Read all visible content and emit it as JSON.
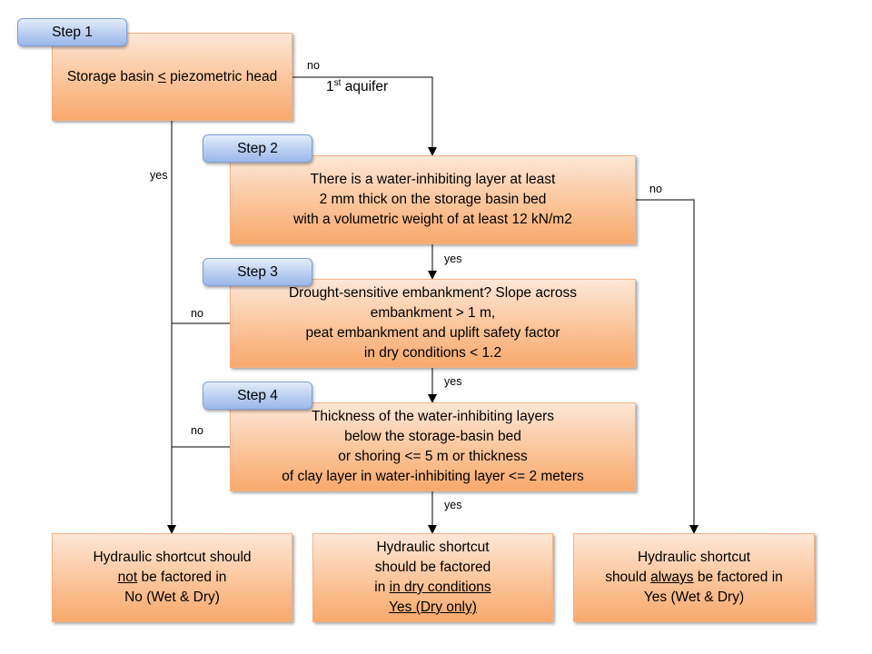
{
  "steps": {
    "step1": "Step 1",
    "step2": "Step 2",
    "step3": "Step 3",
    "step4": "Step 4"
  },
  "boxes": {
    "step1": {
      "pre": "Storage basin ",
      "sym": "<",
      "post": " piezometric head"
    },
    "step2": [
      "There is a water-inhibiting layer at least",
      "2 mm thick on the storage basin bed",
      "with a volumetric weight of at least 12 kN/m2"
    ],
    "step3": [
      "Drought-sensitive embankment? Slope across",
      "embankment > 1 m,",
      "peat embankment and uplift safety factor",
      "in dry conditions < 1.2"
    ],
    "step4": [
      "Thickness of the water-inhibiting layers",
      "below the storage-basin bed",
      "or shoring <= 5 m or thickness",
      "of clay layer in water-inhibiting layer <= 2 meters"
    ]
  },
  "outcomes": {
    "left": {
      "line1": "Hydraulic shortcut should",
      "line2_emph": "not",
      "line2_rest": " be factored in",
      "line3": "No (Wet & Dry)"
    },
    "middle": {
      "line1": "Hydraulic shortcut",
      "line2": "should be factored",
      "line3_pre": "in ",
      "line3_emph": "in dry conditions",
      "line4": "Yes (Dry only)"
    },
    "right": {
      "line1": "Hydraulic shortcut",
      "line2_pre": "should ",
      "line2_emph": "always",
      "line2_rest": " be factored in",
      "line3": "Yes (Wet & Dry)"
    }
  },
  "aquifer": {
    "num": "1",
    "sup": "st",
    "text": " aquifer"
  },
  "labels": {
    "no_step1": "no",
    "yes_step1": "yes",
    "no_step2": "no",
    "yes_step2": "yes",
    "no_step3": "no",
    "yes_step3": "yes",
    "no_step4": "no",
    "yes_step4": "yes"
  }
}
